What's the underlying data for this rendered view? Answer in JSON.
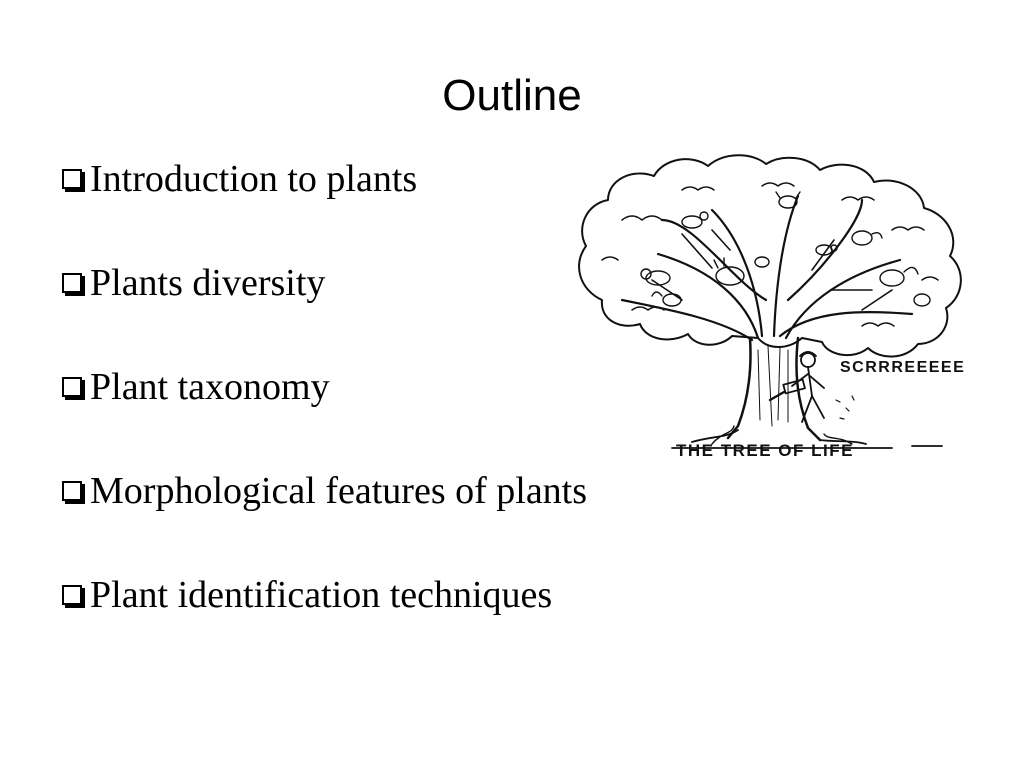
{
  "slide": {
    "title": "Outline",
    "bullets": [
      "Introduction to plants",
      "Plants diversity",
      "Plant taxonomy",
      "Morphological features of plants",
      "Plant identification techniques"
    ],
    "bullet_icon": "checkbox-square-icon"
  },
  "illustration": {
    "caption": "THE TREE OF LIFE",
    "sound_effect": "SCRRREEEEE",
    "ink_color": "#111111"
  }
}
